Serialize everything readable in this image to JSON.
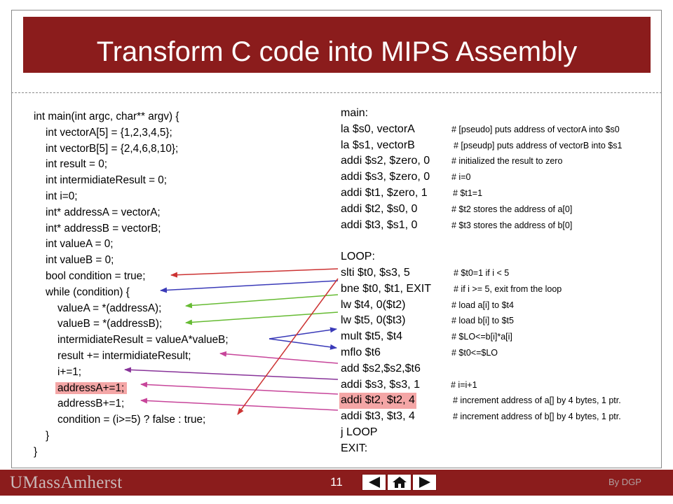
{
  "slide": {
    "title": "Transform C code into MIPS Assembly",
    "page_number": "11",
    "logo_text": "UMassAmherst",
    "author": "By DGP",
    "highlight_color": "#f4a6a6",
    "brand_color": "#8b1c1c"
  },
  "c_code": [
    "int main(int argc, char** argv) {",
    "  int vectorA[5] = {1,2,3,4,5};",
    "  int vectorB[5] = {2,4,6,8,10};",
    "  int result = 0;",
    "  int intermidiateResult = 0;",
    "  int i=0;",
    "  int* addressA = vectorA;",
    "  int* addressB = vectorB;",
    "  int valueA = 0;",
    "  int valueB = 0;",
    "  bool condition = true;",
    "  while (condition) {",
    "    valueA = *(addressA);",
    "    valueB = *(addressB);",
    "    intermidiateResult = valueA*valueB;",
    "    result += intermidiateResult;",
    "    i+=1;",
    "    addressA+=1;",
    "    addressB+=1;",
    "    condition = (i>=5) ? false : true;",
    "  }",
    "}"
  ],
  "asm_code": [
    {
      "inst": "main:",
      "comment": ""
    },
    {
      "inst": "la $s0, vectorA",
      "comment": "# [pseudo] puts address of vectorA into $s0"
    },
    {
      "inst": "la $s1, vectorB",
      "comment": "# [pseudp] puts address of vectorB into $s1"
    },
    {
      "inst": "addi $s2, $zero, 0",
      "comment": "# initialized the result to zero"
    },
    {
      "inst": "addi $s3, $zero, 0",
      "comment": "# i=0"
    },
    {
      "inst": "addi $t1, $zero, 1",
      "comment": "# $t1=1"
    },
    {
      "inst": "addi $t2, $s0, 0",
      "comment": "# $t2 stores the address of a[0]"
    },
    {
      "inst": "addi $t3, $s1, 0",
      "comment": "# $t3 stores the address of b[0]"
    },
    {
      "inst": "",
      "comment": ""
    },
    {
      "inst": "LOOP:",
      "comment": ""
    },
    {
      "inst": "slti $t0, $s3, 5",
      "comment": "# $t0=1 if i < 5"
    },
    {
      "inst": "bne $t0, $t1, EXIT",
      "comment": "# if i >= 5, exit from the loop"
    },
    {
      "inst": "lw $t4, 0($t2)",
      "comment": "# load a[i] to $t4"
    },
    {
      "inst": "lw $t5, 0($t3)",
      "comment": "# load b[i] to $t5"
    },
    {
      "inst": "mult $t5, $t4",
      "comment": "# $LO<=b[i]*a[i]"
    },
    {
      "inst": "mflo $t6",
      "comment": "# $t0<=$LO"
    },
    {
      "inst": "add $s2,$s2,$t6",
      "comment": ""
    },
    {
      "inst": "addi $s3, $s3, 1",
      "comment": "# i=i+1"
    },
    {
      "inst": "addi $t2, $t2, 4",
      "comment": "# increment address of a[] by 4 bytes, 1 ptr."
    },
    {
      "inst": "addi $t3, $t3, 4",
      "comment": "# increment address of b[] by 4 bytes, 1 ptr."
    },
    {
      "inst": "j LOOP",
      "comment": ""
    },
    {
      "inst": "EXIT:",
      "comment": ""
    }
  ],
  "highlights": {
    "c_line_index": 17,
    "asm_line_index": 18
  },
  "arrow_colors": {
    "red": "#cc3333",
    "blue": "#3a3ab8",
    "green": "#66bb33",
    "pink": "#c7459a",
    "purple": "#883399"
  },
  "nav": {
    "prev_icon": "triangle-left-icon",
    "home_icon": "home-icon",
    "next_icon": "triangle-right-icon"
  }
}
